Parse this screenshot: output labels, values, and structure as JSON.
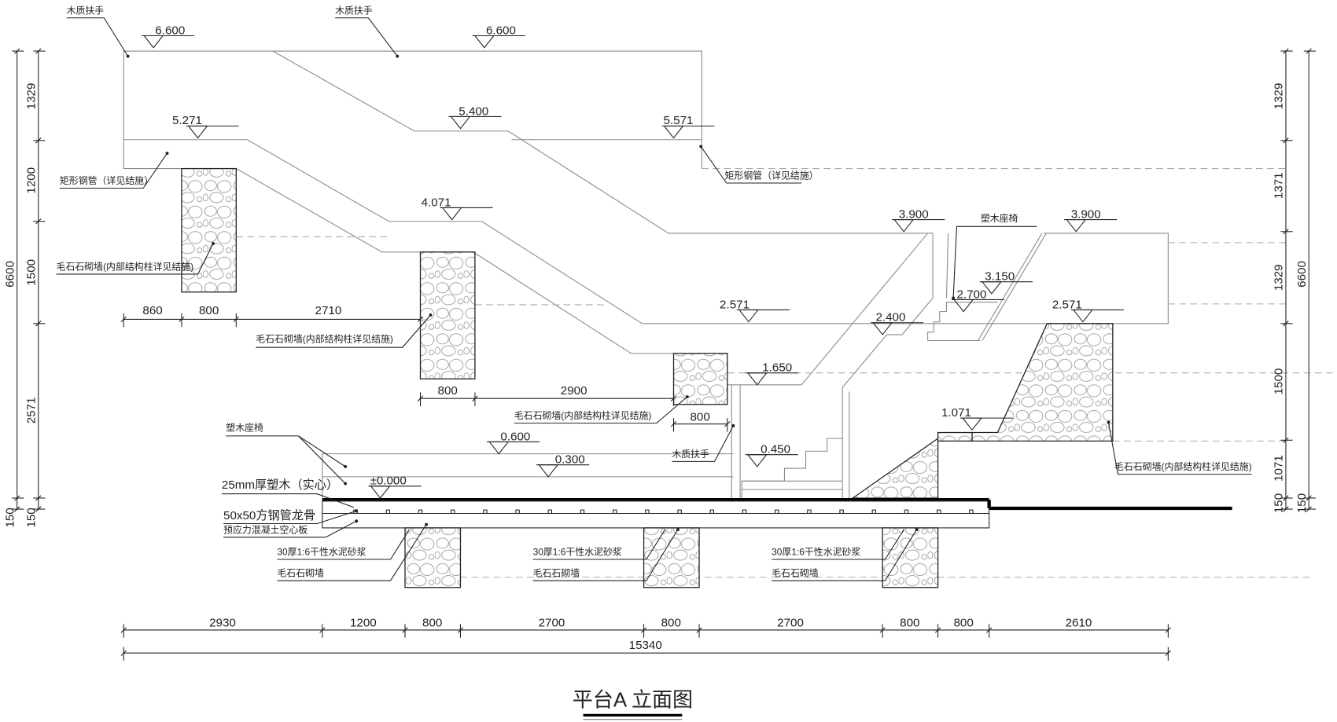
{
  "title": "平台A 立面图",
  "elevations": {
    "e6600a": "6.600",
    "e6600b": "6.600",
    "e5271": "5.271",
    "e5400": "5.400",
    "e5571": "5.571",
    "e4071": "4.071",
    "e3900a": "3.900",
    "e3900b": "3.900",
    "e3150": "3.150",
    "e2700": "2.700",
    "e2571a": "2.571",
    "e2400": "2.400",
    "e2571b": "2.571",
    "e1650": "1.650",
    "e1071": "1.071",
    "e0600": "0.600",
    "e0450": "0.450",
    "e0300": "0.300",
    "e0000": "±0.000"
  },
  "left_dims": {
    "total": "6600",
    "segments": [
      "1329",
      "1200",
      "1500",
      "2571",
      "150",
      "150"
    ],
    "sub": "150"
  },
  "right_dims": {
    "total": "6600",
    "segments": [
      "1329",
      "1371",
      "1329",
      "1500",
      "1071",
      "150",
      "150"
    ]
  },
  "top_dims": {
    "row1": [
      "860",
      "800",
      "2710"
    ],
    "row2": [
      "800",
      "2900"
    ],
    "row3": [
      "800"
    ]
  },
  "bottom_dims": {
    "segments": [
      "2930",
      "1200",
      "800",
      "2700",
      "800",
      "2700",
      "800",
      "800",
      "2610"
    ],
    "total": "15340"
  },
  "notes": {
    "wood_handrail": "木质扶手",
    "steel_pipe": "矩形钢管（详见结施）",
    "rubble_wall_detail": "毛石石砌墙(内部结构柱详见结施)",
    "wpc_bench": "塑木座椅",
    "wpc_25": "25mm厚塑木（实心）",
    "steel_joist": "50x50方钢管龙骨",
    "hollow_slab": "预应力混凝土空心板",
    "mortar": "30厚1:6干性水泥砂浆",
    "rubble_wall": "毛石石砌墙"
  }
}
